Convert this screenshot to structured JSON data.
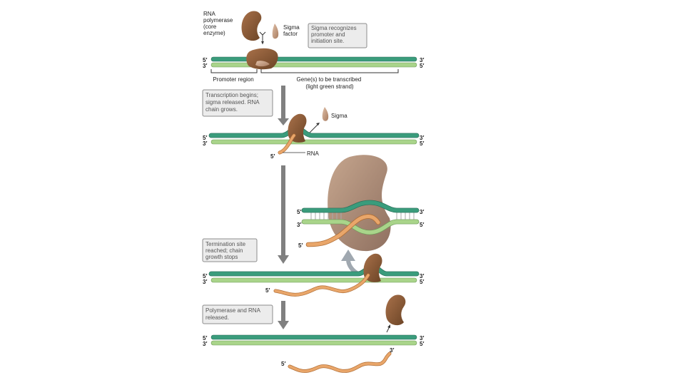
{
  "labels": {
    "rna_polymerase": [
      "RNA",
      "polymerase",
      "(core",
      "enzyme)"
    ],
    "sigma_factor": [
      "Sigma",
      "factor"
    ],
    "sigma": "Sigma",
    "rna": "RNA",
    "promoter_region": "Promoter region",
    "genes": [
      "Gene(s) to be transcribed",
      "(light green strand)"
    ],
    "five_prime": "5′",
    "three_prime": "3′"
  },
  "callouts": {
    "sigma_recognizes": [
      "Sigma recognizes",
      "promoter and",
      "initiation site."
    ],
    "transcription_begins": [
      "Transcription begins;",
      "sigma released. RNA",
      "chain grows."
    ],
    "termination": [
      "Termination site",
      "reached; chain",
      "growth stops"
    ],
    "released": [
      "Polymerase and RNA",
      "released."
    ]
  },
  "colors": {
    "dna_template": "#3a9c7c",
    "dna_light": "#a9d48a",
    "polymerase": "#8a5a34",
    "sigma": "#c89a78",
    "rna": "#e9a66a",
    "arrow": "#808080",
    "callout_bg": "#ececec",
    "callout_border": "#8c8c8c"
  }
}
